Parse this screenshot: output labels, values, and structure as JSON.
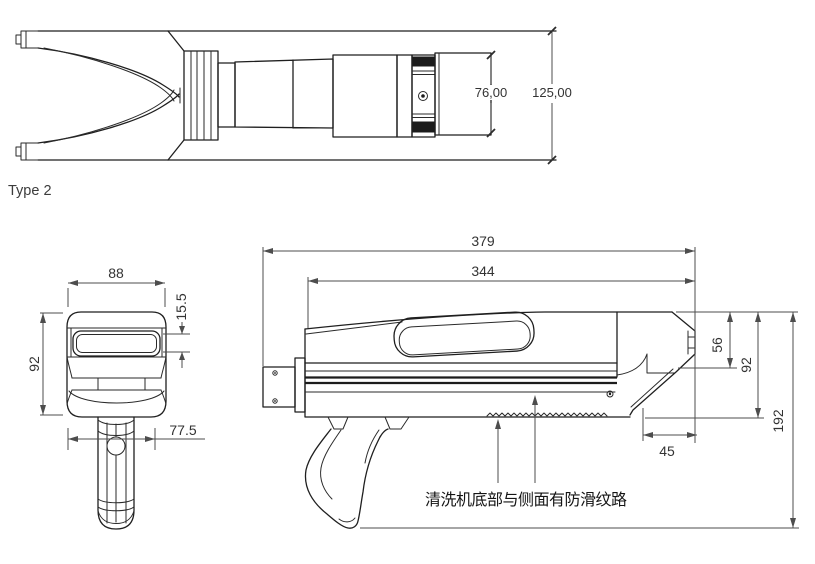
{
  "window": {
    "background": "#ffffff",
    "line_color": "#1f1f1f",
    "dim_color": "#4d4d4d"
  },
  "drawing": {
    "type_label": "Type 2",
    "top_view": {
      "dim_inner": "76,00",
      "dim_overall": "125,00"
    },
    "front_view": {
      "dim_width": "88",
      "dim_window_height": "15.5",
      "dim_height": "92",
      "dim_handle_offset": "77.5"
    },
    "side_view": {
      "dim_overall_length": "379",
      "dim_body_length": "344",
      "dim_rear_height": "56",
      "dim_body_height": "92",
      "dim_overall_height": "192",
      "dim_rear_length": "45",
      "annotation": "清洗机底部与侧面有防滑纹路"
    }
  }
}
